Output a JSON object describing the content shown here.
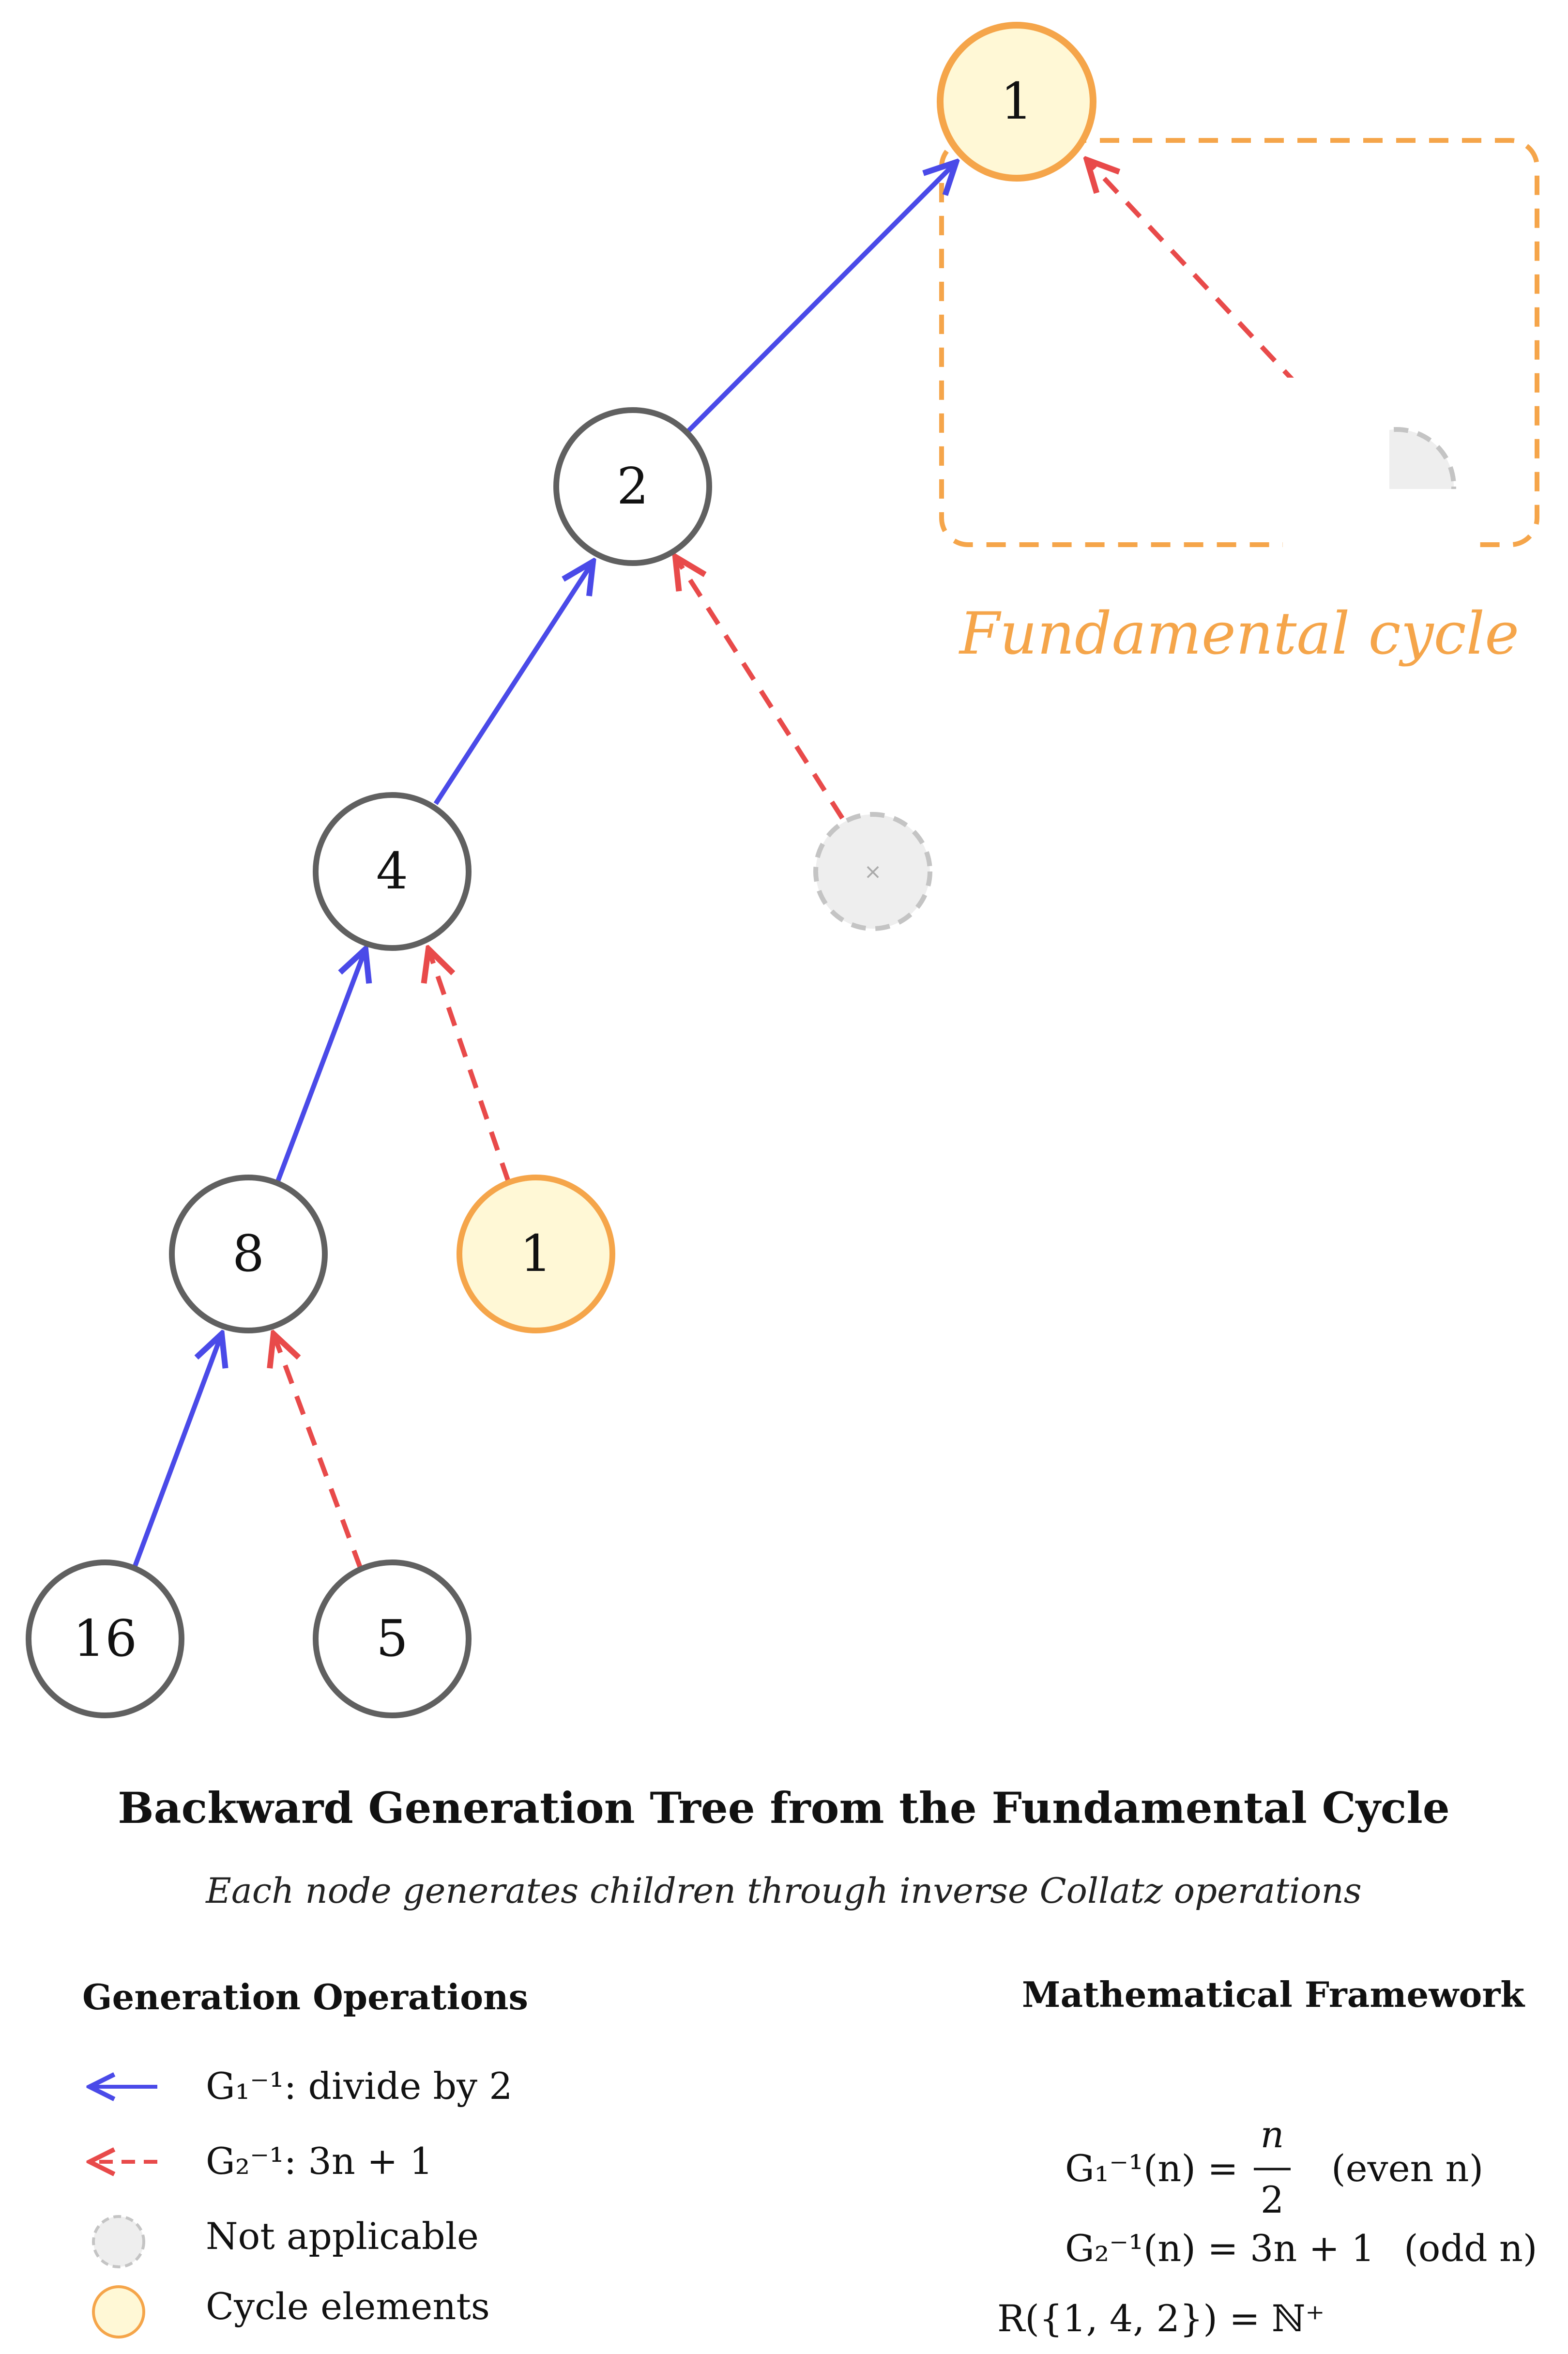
{
  "colors": {
    "divide_edge": "#4a4ae8",
    "multiply_edge": "#e84a4a",
    "node_stroke": "#606060",
    "cycle_stroke": "#f5a54a",
    "cycle_fill": "#fff8d6",
    "na_stroke": "#c4c4c4",
    "na_fill": "#eeeeee"
  },
  "tree": {
    "nodes": [
      {
        "id": "n1_top",
        "label": "1",
        "kind": "cycle"
      },
      {
        "id": "n2",
        "label": "2",
        "kind": "normal"
      },
      {
        "id": "n4",
        "label": "4",
        "kind": "normal"
      },
      {
        "id": "n8",
        "label": "8",
        "kind": "normal"
      },
      {
        "id": "n1_cycle",
        "label": "1",
        "kind": "cycle"
      },
      {
        "id": "n16",
        "label": "16",
        "kind": "normal"
      },
      {
        "id": "n5",
        "label": "5",
        "kind": "normal"
      },
      {
        "id": "na_mid",
        "label": "×",
        "kind": "not-applicable"
      },
      {
        "id": "na_top",
        "label": "",
        "kind": "not-applicable"
      }
    ],
    "edges": [
      {
        "from": "n2",
        "to": "n1_top",
        "op": "divide"
      },
      {
        "from": "na_top",
        "to": "n1_top",
        "op": "multiply"
      },
      {
        "from": "n4",
        "to": "n2",
        "op": "divide"
      },
      {
        "from": "na_mid",
        "to": "n2",
        "op": "multiply"
      },
      {
        "from": "n8",
        "to": "n4",
        "op": "divide"
      },
      {
        "from": "n1_cycle",
        "to": "n4",
        "op": "multiply"
      },
      {
        "from": "n16",
        "to": "n8",
        "op": "divide"
      },
      {
        "from": "n5",
        "to": "n8",
        "op": "multiply"
      }
    ]
  },
  "cycle_box": {
    "label": "Fundamental cycle"
  },
  "title": "Backward Generation Tree from the Fundamental Cycle",
  "subtitle": "Each node generates children through inverse Collatz operations",
  "legend": {
    "heading": "Generation Operations",
    "items": [
      {
        "icon": "blue-solid-arrow",
        "text": "G₁⁻¹: divide by 2"
      },
      {
        "icon": "red-dashed-arrow",
        "text": "G₂⁻¹: 3n + 1"
      },
      {
        "icon": "gray-dashed-circle",
        "text": "Not applicable"
      },
      {
        "icon": "yellow-circle",
        "text": "Cycle elements"
      }
    ]
  },
  "framework": {
    "heading": "Mathematical Framework",
    "eq1_lhs": "G₁⁻¹(n) =",
    "eq1_num": "n",
    "eq1_den": "2",
    "eq1_cond": "(even n)",
    "eq2": "G₂⁻¹(n) = 3n + 1",
    "eq2_cond": "(odd n)",
    "eq3": "R({1, 4, 2}) = ℕ⁺"
  }
}
